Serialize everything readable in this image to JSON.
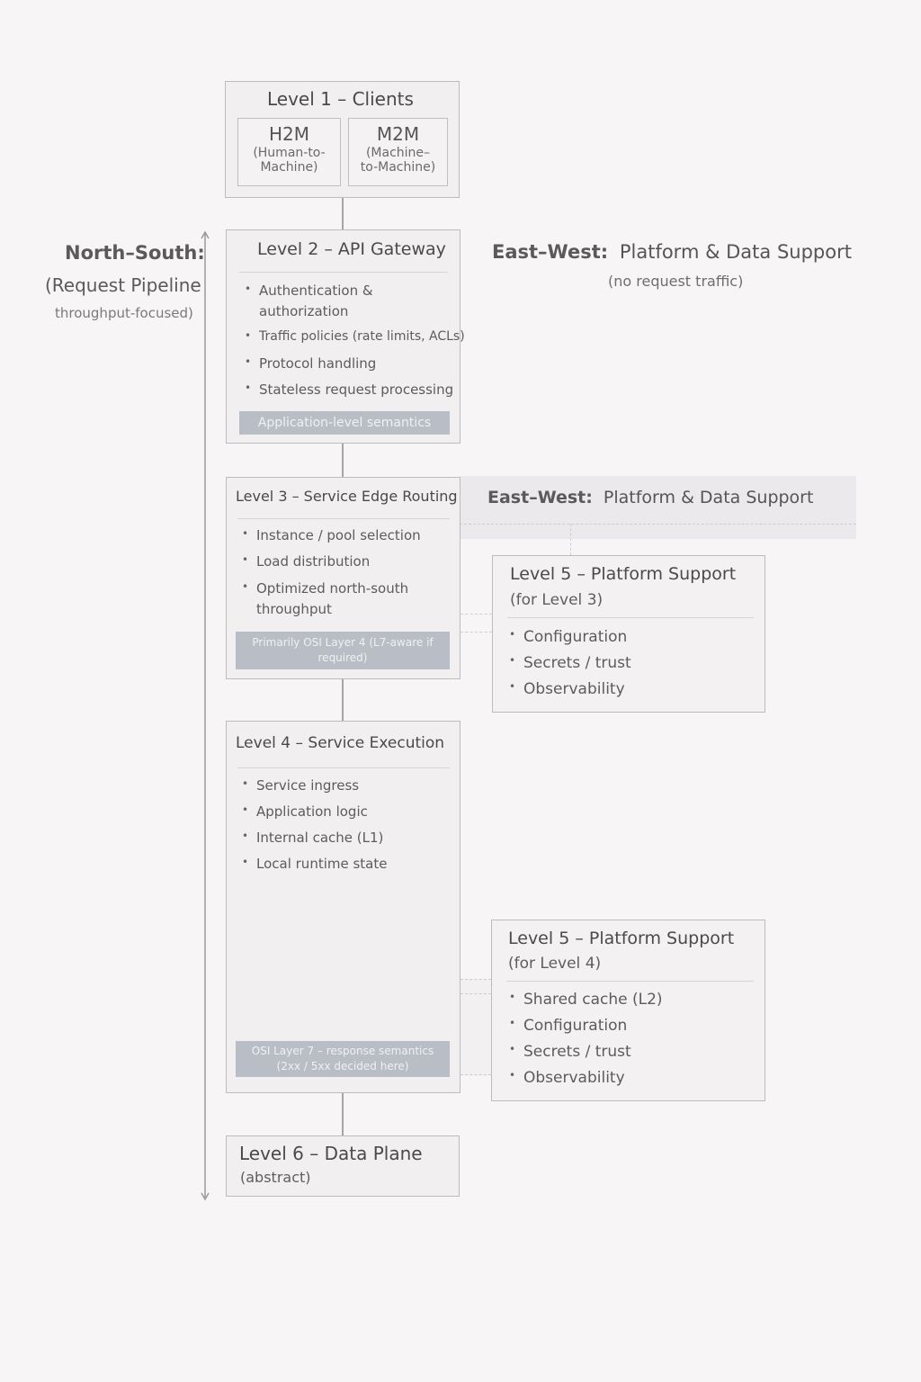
{
  "north_south": {
    "title": "North–South:",
    "line2": "(Request Pipeline",
    "line3": "throughput-focused)"
  },
  "east_west_top": {
    "title": "East–West:",
    "text": "Platform & Data Support",
    "note": "(no request traffic)"
  },
  "east_west_band": {
    "title": "East–West:",
    "text": "Platform & Data Support"
  },
  "level1": {
    "title": "Level 1 – Clients",
    "h2m": {
      "label": "H2M",
      "desc1": "(Human-to-",
      "desc2": "Machine)"
    },
    "m2m": {
      "label": "M2M",
      "desc1": "(Machine–",
      "desc2": "to-Machine)"
    }
  },
  "level2": {
    "title": "Level 2 – API Gateway",
    "items": [
      "Authentication &",
      "authorization",
      "Traffic policies (rate limits, ACLs)",
      "Protocol handling",
      "Stateless request processing"
    ],
    "tag": "Application-level semantics"
  },
  "level3": {
    "title": "Level 3 – Service Edge Routing",
    "items": [
      "Instance / pool selection",
      "Load distribution",
      "Optimized north-south",
      "throughput"
    ],
    "tag1": "Primarily OSI Layer 4 (L7-aware if",
    "tag2": "required)"
  },
  "level4": {
    "title": "Level 4 – Service Execution",
    "items": [
      "Service ingress",
      "Application logic",
      "Internal cache (L1)",
      "Local runtime state"
    ],
    "tag1": "OSI Layer 7 – response semantics",
    "tag2": "(2xx / 5xx decided here)"
  },
  "level5a": {
    "title": "Level 5 – Platform Support",
    "subtitle": "(for Level 3)",
    "items": [
      "Configuration",
      "Secrets / trust",
      "Observability"
    ]
  },
  "level5b": {
    "title": "Level 5 – Platform Support",
    "subtitle": "(for Level 4)",
    "items": [
      "Shared cache (L2)",
      "Configuration",
      "Secrets / trust",
      "Observability"
    ]
  },
  "level6": {
    "title": "Level 6 – Data Plane",
    "subtitle": "(abstract)"
  },
  "colors": {
    "background": "#f8f5f7",
    "box_fill": "#f1eff0",
    "box_border": "#bdbbbd",
    "tag_fill": "#b9bec6",
    "connector": "#a5a5a7"
  }
}
